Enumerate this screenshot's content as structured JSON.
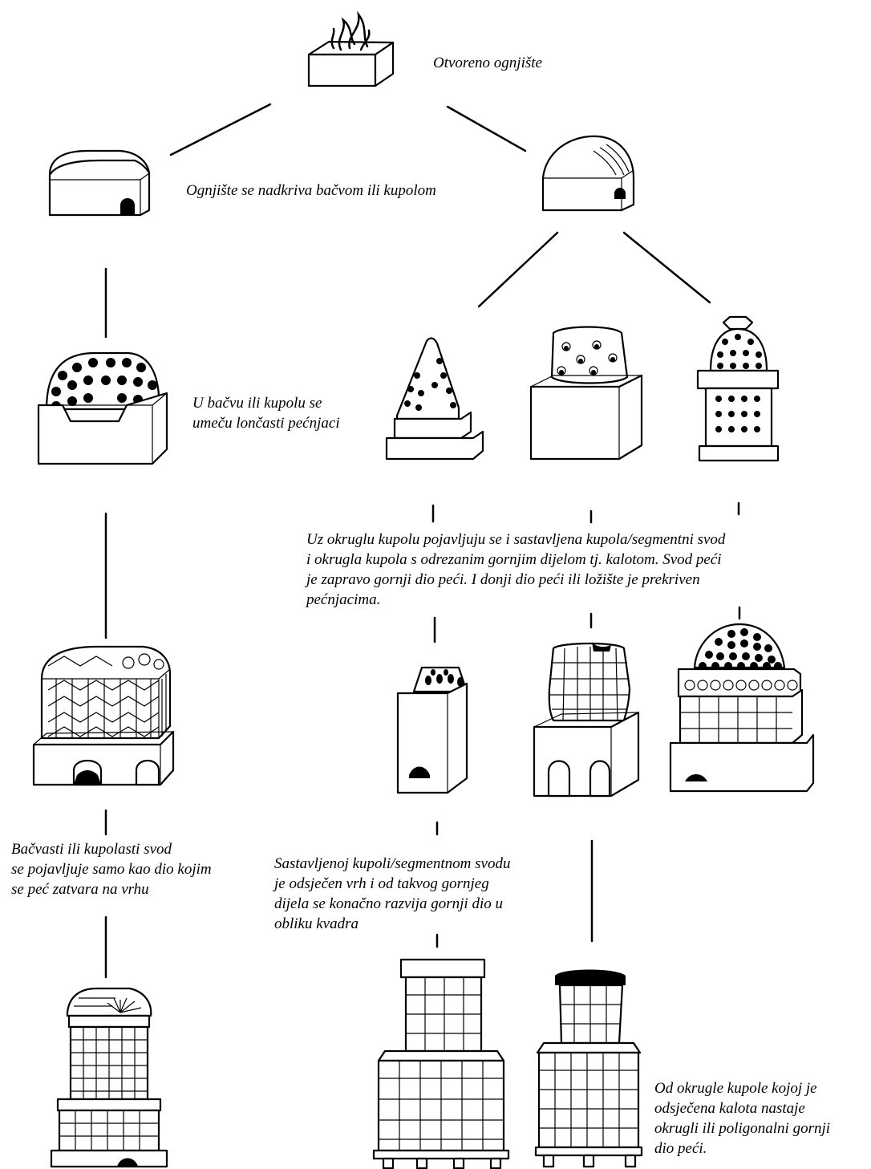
{
  "captions": {
    "open_hearth": [
      "Otvoreno ognjište"
    ],
    "vault_cover": [
      "Ognjište se nadkriva bačvom ili kupolom"
    ],
    "pots_inserted": [
      "U bačvu ili kupolu se",
      "umeču lončasti pećnjaci"
    ],
    "composite_dome": [
      "Uz okruglu kupolu pojavljuju se i sastavljena kupola/segmentni svod",
      "i okrugla kupola s odrezanim gornjim dijelom tj. kalotom. Svod peći",
      "je zapravo gornji dio peći. I donji dio peći ili ložište je prekriven",
      "pećnjacima."
    ],
    "closing_vault": [
      "Bačvasti ili kupolasti svod",
      "se pojavljuje samo kao dio kojim",
      "se peć zatvara na vrhu"
    ],
    "cut_top": [
      "Sastavljenoj kupoli/segmentnom svodu",
      "je odsječen vrh i od takvog gornjeg",
      "dijela se konačno razvija gornji dio u",
      "obliku kvadra"
    ],
    "round_upper": [
      "Od okrugle kupole kojoj je",
      "odsječena kalota nastaje",
      "okrugli ili poligonalni gornji",
      "dio peći."
    ]
  },
  "colors": {
    "ink": "#000000",
    "paper": "#ffffff"
  }
}
